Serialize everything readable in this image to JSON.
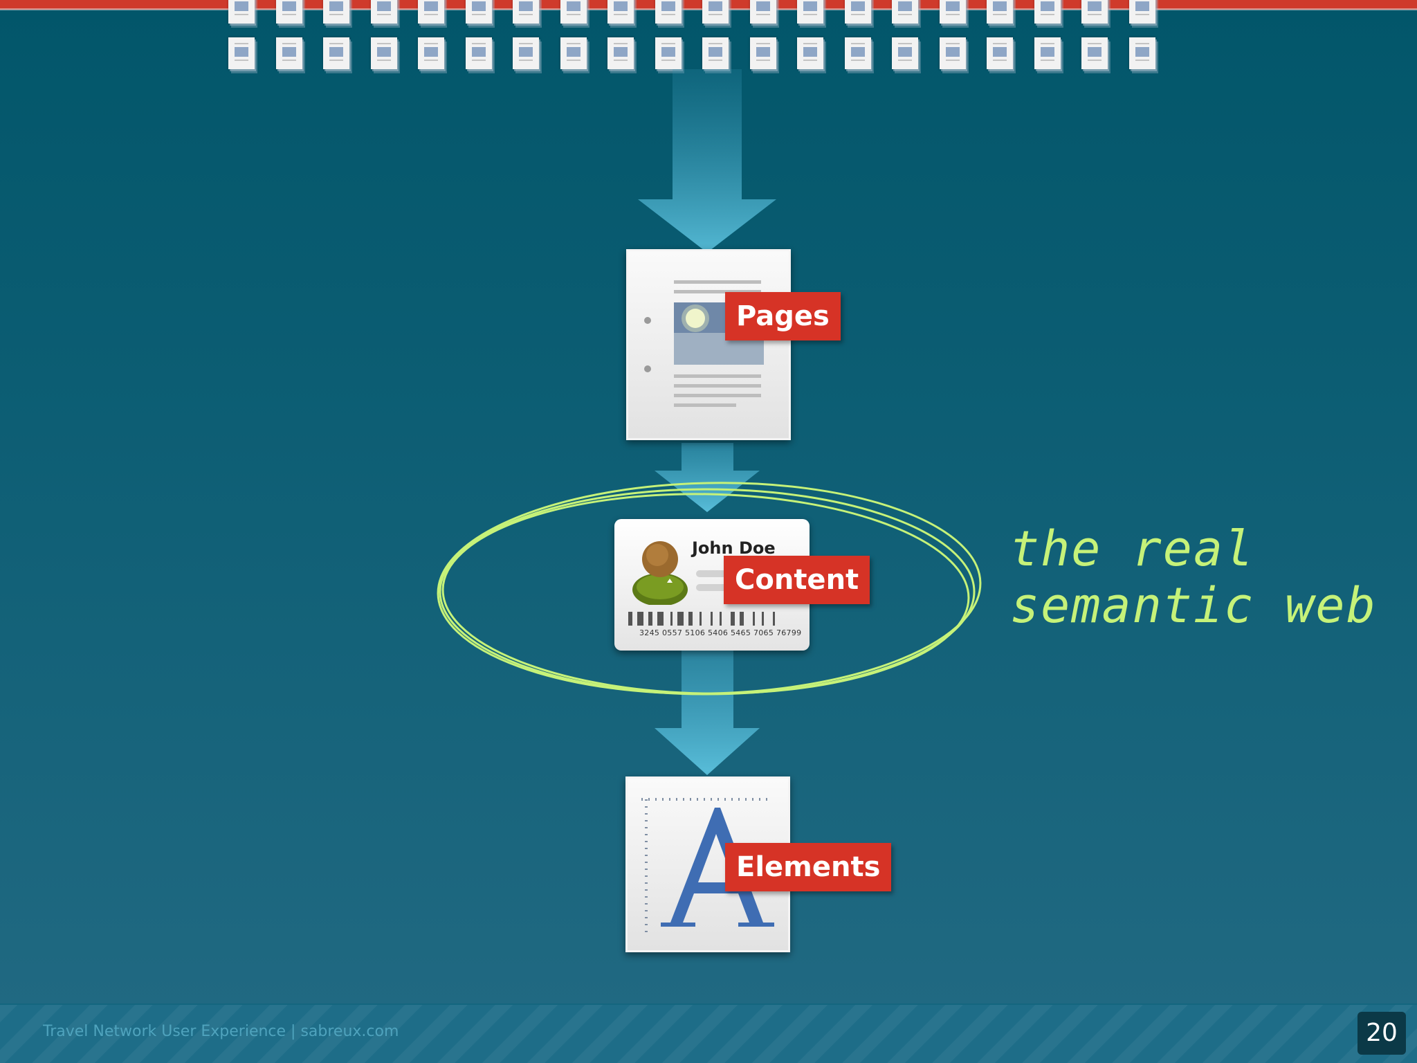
{
  "labels": {
    "pages": "Pages",
    "content": "Content",
    "elements": "Elements"
  },
  "card": {
    "name": "John Doe",
    "barcode_number": "3245 0557 5106 5406 5465 7065 76799"
  },
  "annotation": {
    "line1": "the real",
    "line2": "semantic web"
  },
  "footer": {
    "text": "Travel Network User Experience | sabreux.com",
    "page_number": "20"
  },
  "colors": {
    "background": "#0d5e74",
    "label_red": "#d63326",
    "annotation_green": "#c6f279",
    "arrow_blue": "#4fb3d1"
  },
  "icons": [
    "page-thumbnail-icon",
    "document-page-icon",
    "contact-card-icon",
    "person-avatar-icon",
    "barcode-icon",
    "font-letter-a-icon"
  ]
}
